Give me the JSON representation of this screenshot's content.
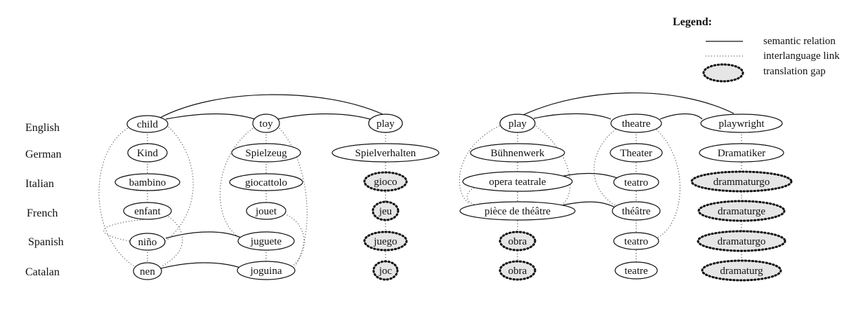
{
  "legend": {
    "title": "Legend:",
    "semantic": "semantic relation",
    "interlanguage": "interlanguage link",
    "gap": "translation gap"
  },
  "languages": [
    "English",
    "German",
    "Italian",
    "French",
    "Spanish",
    "Catalan"
  ],
  "nodes": {
    "child": "child",
    "toy": "toy",
    "play_en1": "play",
    "kind": "Kind",
    "spielzeug": "Spielzeug",
    "spielverhalten": "Spielverhalten",
    "bambino": "bambino",
    "giocattolo": "giocattolo",
    "gioco": "gioco",
    "enfant": "enfant",
    "jouet": "jouet",
    "jeu": "jeu",
    "nino": "niño",
    "juguete": "juguete",
    "juego": "juego",
    "nen": "nen",
    "joguina": "joguina",
    "joc": "joc",
    "play_en2": "play",
    "theatre": "theatre",
    "playwright": "playwright",
    "buhnenwerk": "Bühnenwerk",
    "theater": "Theater",
    "dramatiker": "Dramatiker",
    "opera_teatrale": "opera teatrale",
    "teatro_it": "teatro",
    "drammaturgo": "drammaturgo",
    "piece_de_theatre": "pièce de théâtre",
    "theatre_fr": "théâtre",
    "dramaturge": "dramaturge",
    "obra_es": "obra",
    "teatro_es": "teatro",
    "dramaturgo": "dramaturgo",
    "obra_ca": "obra",
    "teatre": "teatre",
    "dramaturg": "dramaturg"
  }
}
